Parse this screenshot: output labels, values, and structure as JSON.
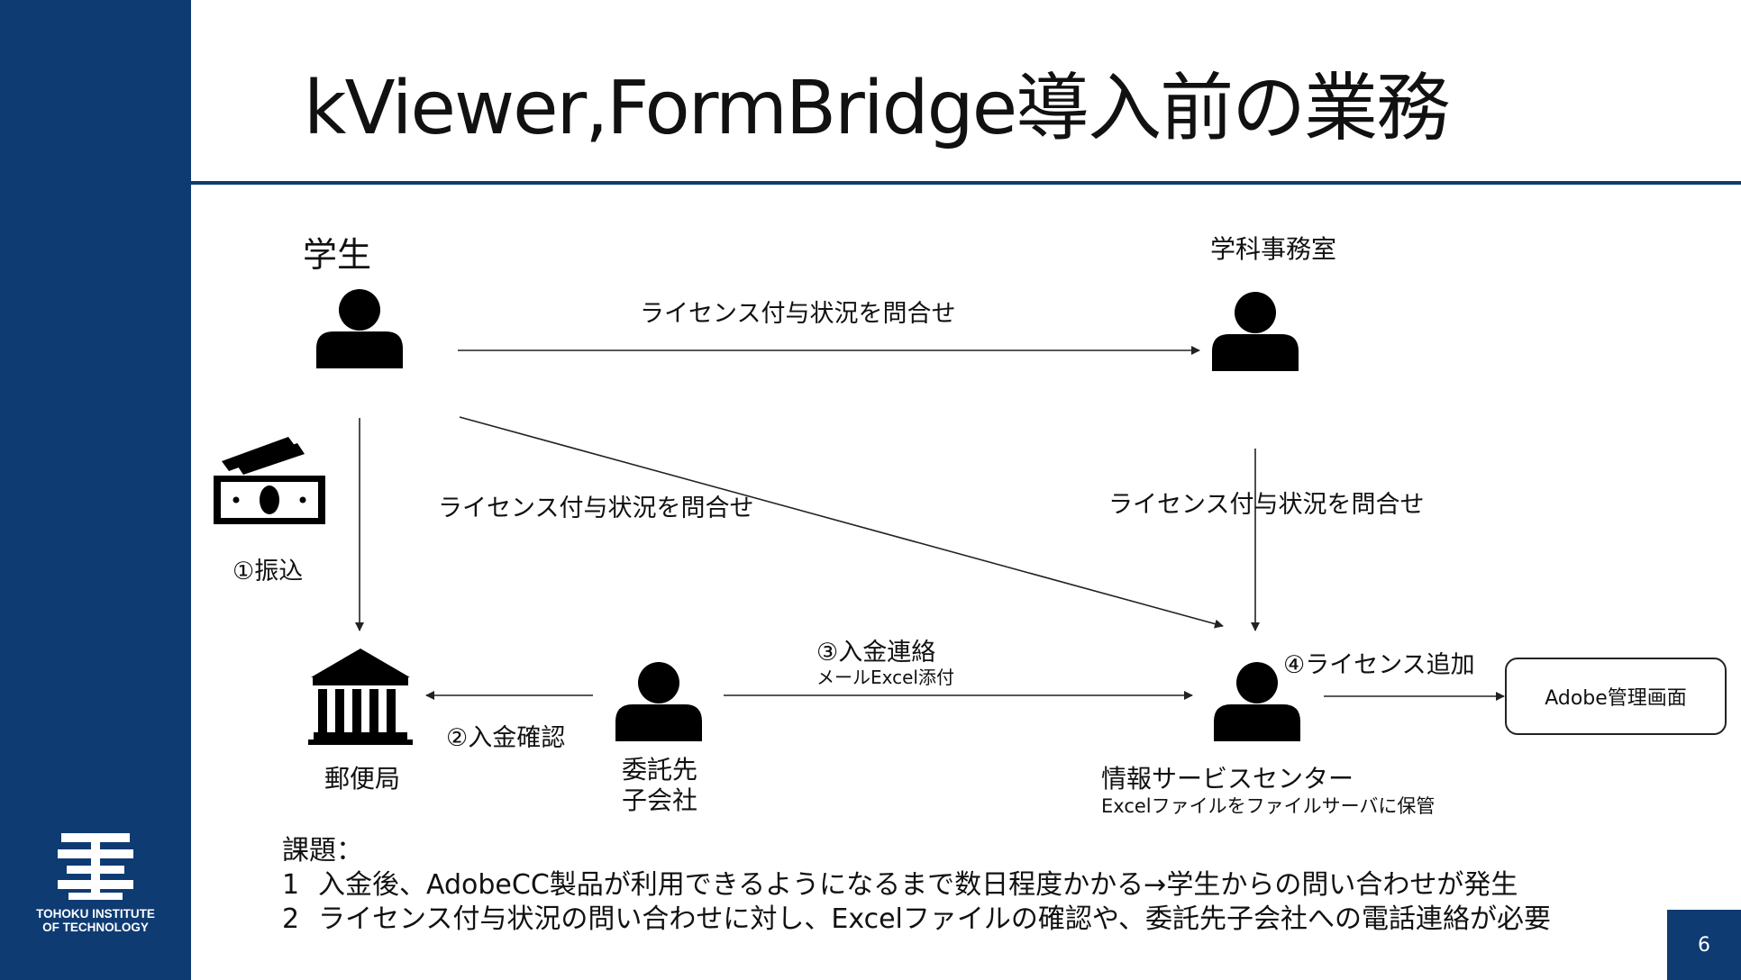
{
  "slide": {
    "title": "kViewer,FormBridge導入前の業務",
    "page_number": "6",
    "accent_color": "#0f3b73"
  },
  "logo": {
    "line1": "TOHOKU INSTITUTE",
    "line2": "OF TECHNOLOGY"
  },
  "diagram": {
    "nodes": {
      "student": {
        "label": "学生",
        "icon": "person-icon"
      },
      "dept_office": {
        "label": "学科事務室",
        "icon": "person-icon"
      },
      "post_office": {
        "label": "郵便局",
        "icon": "bank-icon"
      },
      "subsidiary": {
        "label_line1": "委託先",
        "label_line2": "子会社",
        "icon": "person-icon"
      },
      "info_center": {
        "label": "情報サービスセンター",
        "sublabel": "Excelファイルをファイルサーバに保管",
        "icon": "person-icon"
      },
      "adobe_console": {
        "label": "Adobe管理画面"
      }
    },
    "money_icon": "cash-icon",
    "edges": {
      "student_to_office": "ライセンス付与状況を問合せ",
      "student_to_center": "ライセンス付与状況を問合せ",
      "office_to_center": "ライセンス付与状況を問合せ",
      "transfer": "①振込",
      "payment_check": "②入金確認",
      "payment_notice": "③入金連絡",
      "payment_notice_sub": "メールExcel添付",
      "license_add": "④ライセンス追加"
    }
  },
  "issues": {
    "heading": "課題：",
    "items": [
      {
        "num": "1",
        "text": "入金後、AdobeCC製品が利用できるようになるまで数日程度かかる→学生からの問い合わせが発生"
      },
      {
        "num": "2",
        "text": "ライセンス付与状況の問い合わせに対し、Excelファイルの確認や、委託先子会社への電話連絡が必要"
      }
    ]
  }
}
